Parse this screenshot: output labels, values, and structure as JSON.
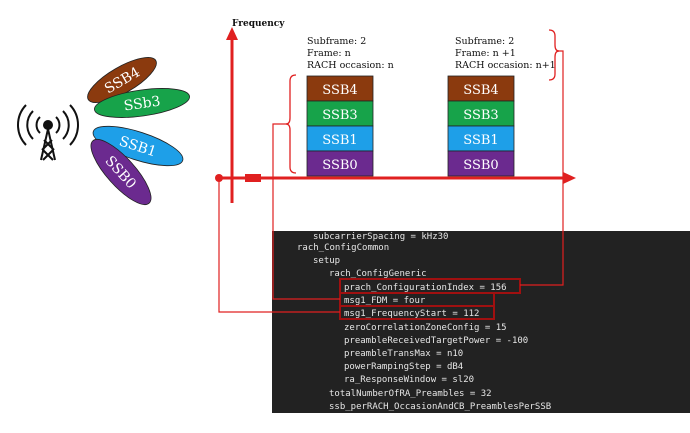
{
  "axis": {
    "y_label": "Frequency"
  },
  "frames": [
    {
      "info_lines": [
        "Subframe: 2",
        "Frame: n",
        "RACH occasion: n"
      ],
      "blocks": [
        {
          "label": "SSB4",
          "color": "#8b3a0e"
        },
        {
          "label": "SSB3",
          "color": "#17a34a"
        },
        {
          "label": "SSB1",
          "color": "#1e9fe8"
        },
        {
          "label": "SSB0",
          "color": "#6b2a8f"
        }
      ]
    },
    {
      "info_lines": [
        "Subframe: 2",
        "Frame: n +1",
        "RACH occasion: n+1"
      ],
      "blocks": [
        {
          "label": "SSB4",
          "color": "#8b3a0e"
        },
        {
          "label": "SSB3",
          "color": "#17a34a"
        },
        {
          "label": "SSB1",
          "color": "#1e9fe8"
        },
        {
          "label": "SSB0",
          "color": "#6b2a8f"
        }
      ]
    }
  ],
  "beams": [
    {
      "label": "SSB4",
      "color": "#8b3a0e"
    },
    {
      "label": "SSb3",
      "color": "#17a34a"
    },
    {
      "label": "SSB1",
      "color": "#1e9fe8"
    },
    {
      "label": "SSB0",
      "color": "#6b2a8f"
    }
  ],
  "config": {
    "lines": [
      "subcarrierSpacing = kHz30",
      "rach_ConfigCommon",
      "setup",
      "rach_ConfigGeneric",
      "prach_ConfigurationIndex = 156",
      "msg1_FDM = four",
      "msg1_FrequencyStart = 112",
      "zeroCorrelationZoneConfig = 15",
      "preambleReceivedTargetPower = -100",
      "preambleTransMax = n10",
      "powerRampingStep = dB4",
      "ra_ResponseWindow = sl20",
      "totalNumberOfRA_Preambles = 32",
      "ssb_perRACH_OccasionAndCB_PreamblesPerSSB"
    ]
  },
  "colors": {
    "accent": "#e02020",
    "panel_bg": "#222222",
    "panel_text": "#e6e6e6",
    "highlight": "#a01010"
  }
}
